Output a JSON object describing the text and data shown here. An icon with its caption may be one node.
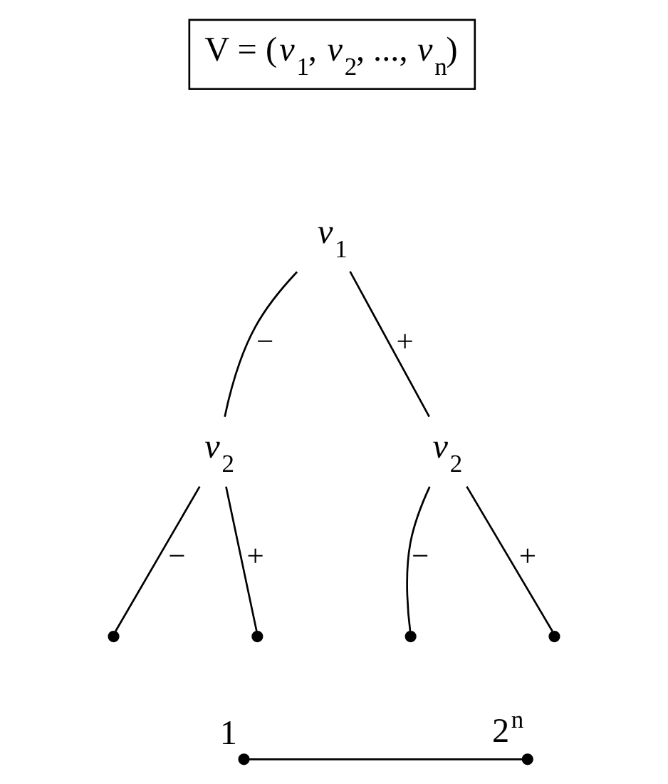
{
  "diagram": {
    "nodes": [
      {
        "text": [
          "V = (*v*$_{1}$, *v*$_{2}$, ..., *v*$_{n}$)"
        ]
      },
      {
        "text": [
          "*v*$_{1}$"
        ]
      },
      {
        "text": [
          "*v*$_{2}$"
        ]
      },
      {
        "text": [
          "*v*$_{2}$"
        ]
      },
      {
        "text": [],
        "shape": "circle"
      },
      {
        "text": [],
        "shape": "circle"
      },
      {
        "text": [],
        "shape": "circle"
      },
      {
        "text": [],
        "shape": "circle"
      },
      {
        "text": [],
        "shape": "circle",
        "beside": [
          "1"
        ]
      },
      {
        "text": [],
        "shape": "circle",
        "beside": [
          "2$^{n}$"
        ]
      }
    ],
    "edges": [
      {
        "from": 1,
        "to": 2,
        "arrow": "none",
        "label": "−"
      },
      {
        "from": 1,
        "to": 3,
        "arrow": "none",
        "label": "+"
      },
      {
        "from": 2,
        "to": 4,
        "arrow": "none",
        "label": "−"
      },
      {
        "from": 2,
        "to": 5,
        "arrow": "none",
        "label": "+"
      },
      {
        "from": 3,
        "to": 6,
        "arrow": "none",
        "label": "−"
      },
      {
        "from": 3,
        "to": 7,
        "arrow": "none",
        "label": "+"
      },
      {
        "from": 8,
        "to": 9,
        "arrow": "none"
      }
    ]
  }
}
